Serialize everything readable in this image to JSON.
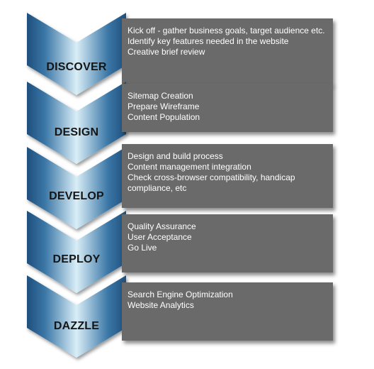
{
  "colors": {
    "chevron_dark": "#1f4f7c",
    "chevron_light": "#d9eef7",
    "box_fill": "#6a6a6a",
    "box_text": "#ffffff",
    "label_text": "#151515"
  },
  "stages": [
    {
      "label": "DISCOVER",
      "items": [
        "Kick off - gather business goals, target audience etc.",
        "Identify key features needed in the website",
        "Creative brief review"
      ]
    },
    {
      "label": "DESIGN",
      "items": [
        "Sitemap Creation",
        "Prepare Wireframe",
        "Content Population"
      ]
    },
    {
      "label": "DEVELOP",
      "items": [
        "Design and build process",
        "Content management integration",
        "Check cross-browser compatibility, handicap compliance, etc"
      ]
    },
    {
      "label": "DEPLOY",
      "items": [
        "Quality Assurance",
        "User Acceptance",
        "Go Live"
      ]
    },
    {
      "label": "DAZZLE",
      "items": [
        "Search Engine Optimization",
        "Website Analytics"
      ]
    }
  ]
}
